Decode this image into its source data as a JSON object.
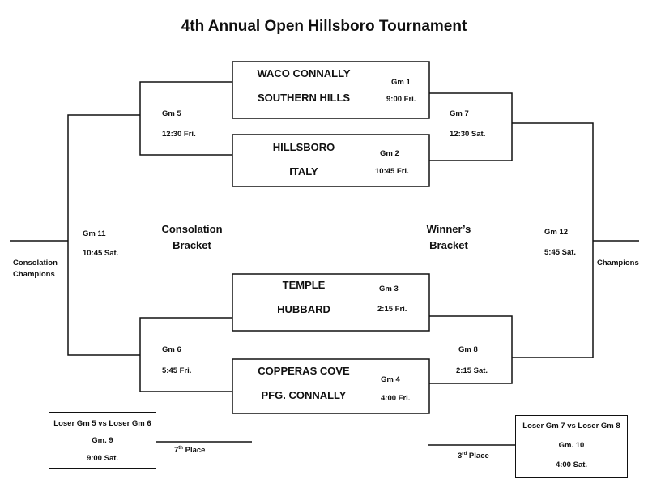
{
  "title": "4th Annual Open Hillsboro Tournament",
  "games": {
    "gm1": {
      "team1": "WACO CONNALLY",
      "team2": "SOUTHERN HILLS",
      "label": "Gm 1",
      "time": "9:00 Fri."
    },
    "gm2": {
      "team1": "HILLSBORO",
      "team2": "ITALY",
      "label": "Gm 2",
      "time": "10:45 Fri."
    },
    "gm3": {
      "team1": "TEMPLE",
      "team2": "HUBBARD",
      "label": "Gm 3",
      "time": "2:15 Fri."
    },
    "gm4": {
      "team1": "COPPERAS COVE",
      "team2": "PFG. CONNALLY",
      "label": "Gm 4",
      "time": "4:00 Fri."
    },
    "gm5": {
      "label": "Gm 5",
      "time": "12:30  Fri."
    },
    "gm6": {
      "label": "Gm 6",
      "time": "5:45 Fri."
    },
    "gm7": {
      "label": "Gm 7",
      "time": "12:30 Sat."
    },
    "gm8": {
      "label": "Gm 8",
      "time": "2:15 Sat."
    },
    "gm11": {
      "label": "Gm 11",
      "time": "10:45 Sat."
    },
    "gm12": {
      "label": "Gm 12",
      "time": "5:45 Sat."
    }
  },
  "brackets": {
    "consolation": {
      "line1": "Consolation",
      "line2": "Bracket"
    },
    "winners": {
      "line1": "Winner’s",
      "line2": "Bracket"
    }
  },
  "champions": {
    "consolation_line1": "Consolation",
    "consolation_line2": "Champions",
    "winners": "Champions"
  },
  "placement": {
    "seventh": {
      "matchup": "Loser Gm 5 vs Loser Gm 6",
      "label": "Gm. 9",
      "time": "9:00 Sat.",
      "place_num": "7",
      "place_sup": "th",
      "place_word": " Place"
    },
    "third": {
      "matchup": "Loser Gm 7 vs Loser Gm 8",
      "label": "Gm. 10",
      "time": "4:00 Sat.",
      "place_num": "3",
      "place_sup": "rd",
      "place_word": " Place"
    }
  }
}
